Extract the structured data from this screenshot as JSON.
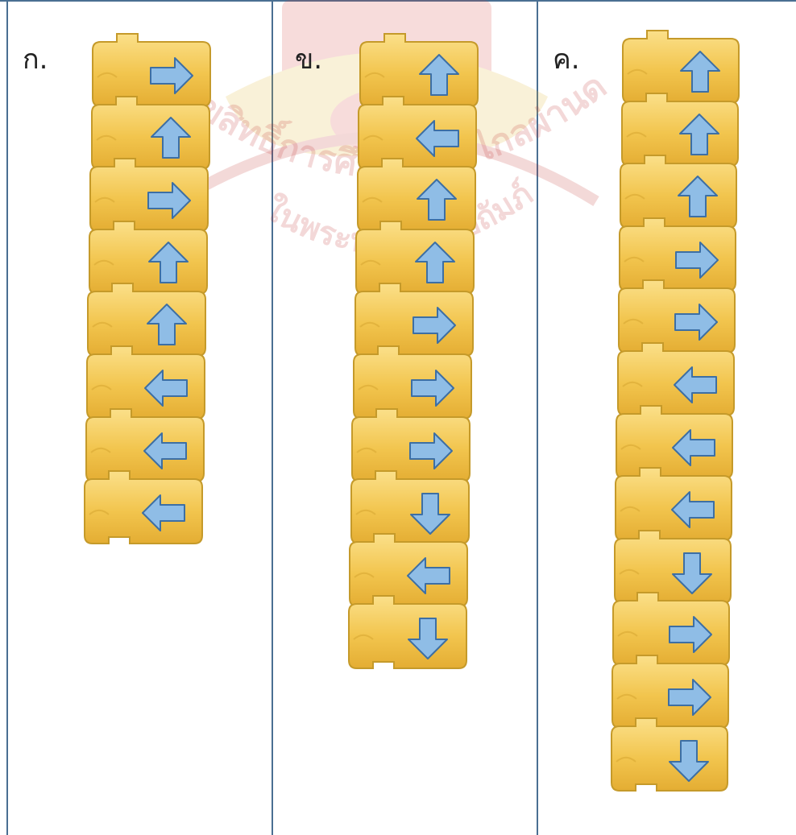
{
  "columns": [
    {
      "label": "ก.",
      "blocks": [
        "right",
        "up",
        "right",
        "up",
        "up",
        "left",
        "left",
        "left"
      ]
    },
    {
      "label": "ข.",
      "blocks": [
        "up",
        "left",
        "up",
        "up",
        "right",
        "right",
        "right",
        "down",
        "left",
        "down"
      ]
    },
    {
      "label": "ค.",
      "blocks": [
        "up",
        "up",
        "up",
        "right",
        "right",
        "left",
        "left",
        "left",
        "down",
        "right",
        "right",
        "down"
      ]
    }
  ],
  "colors": {
    "block_fill": "#f2c54e",
    "block_fill_light": "#fbe08a",
    "block_edge": "#c59a2a",
    "arrow_fill": "#8fbde6",
    "arrow_edge": "#3d6fa4",
    "divider": "#4a6f92"
  },
  "watermark": {
    "line1": "ลิขสิทธิ์การศึกษาทางไกลผ่านดาวเทียม",
    "line2": "ในพระบรมราชูปถัมภ์"
  }
}
